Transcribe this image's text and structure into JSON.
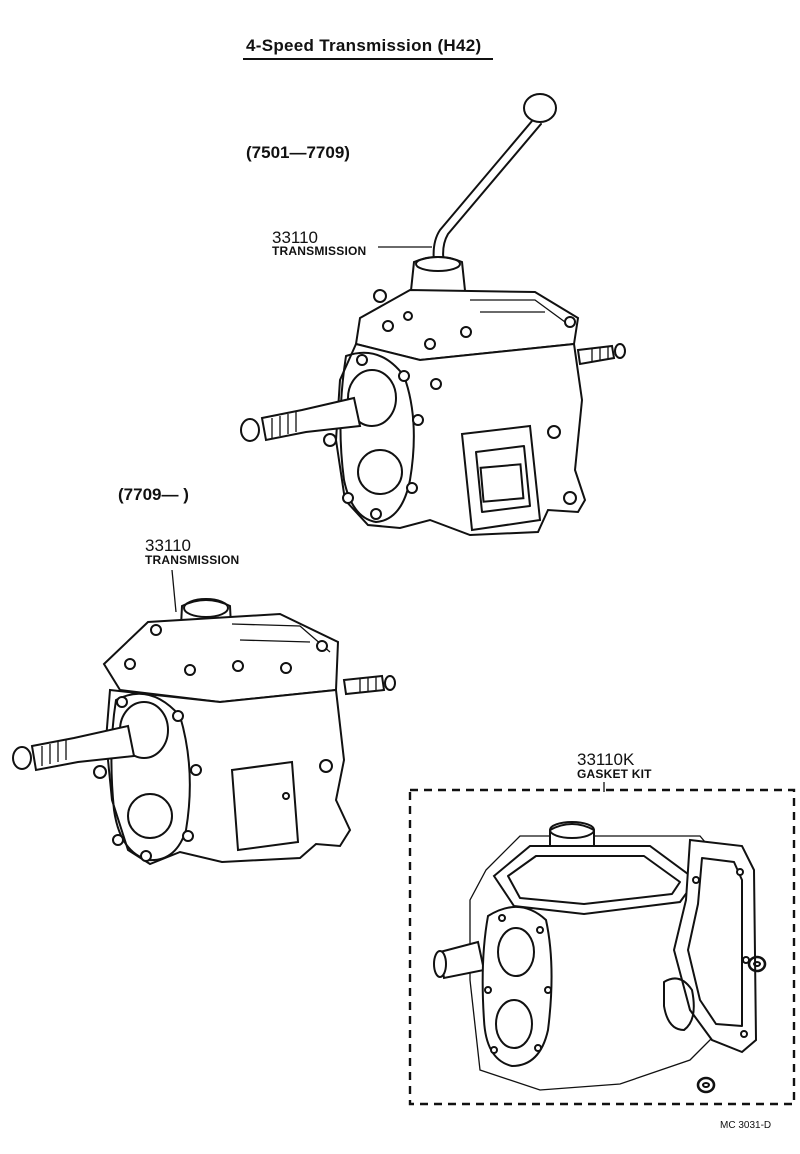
{
  "title": "4-Speed Transmission (H42)",
  "variant_early": {
    "date_range": "(7501—7709)",
    "part_no": "33110",
    "part_name": "TRANSMISSION"
  },
  "variant_late": {
    "date_range": "(7709—      )",
    "part_no": "33110",
    "part_name": "TRANSMISSION"
  },
  "gasket_kit": {
    "part_no": "33110K",
    "part_name": "GASKET KIT"
  },
  "ref_code": "MC 3031-D"
}
